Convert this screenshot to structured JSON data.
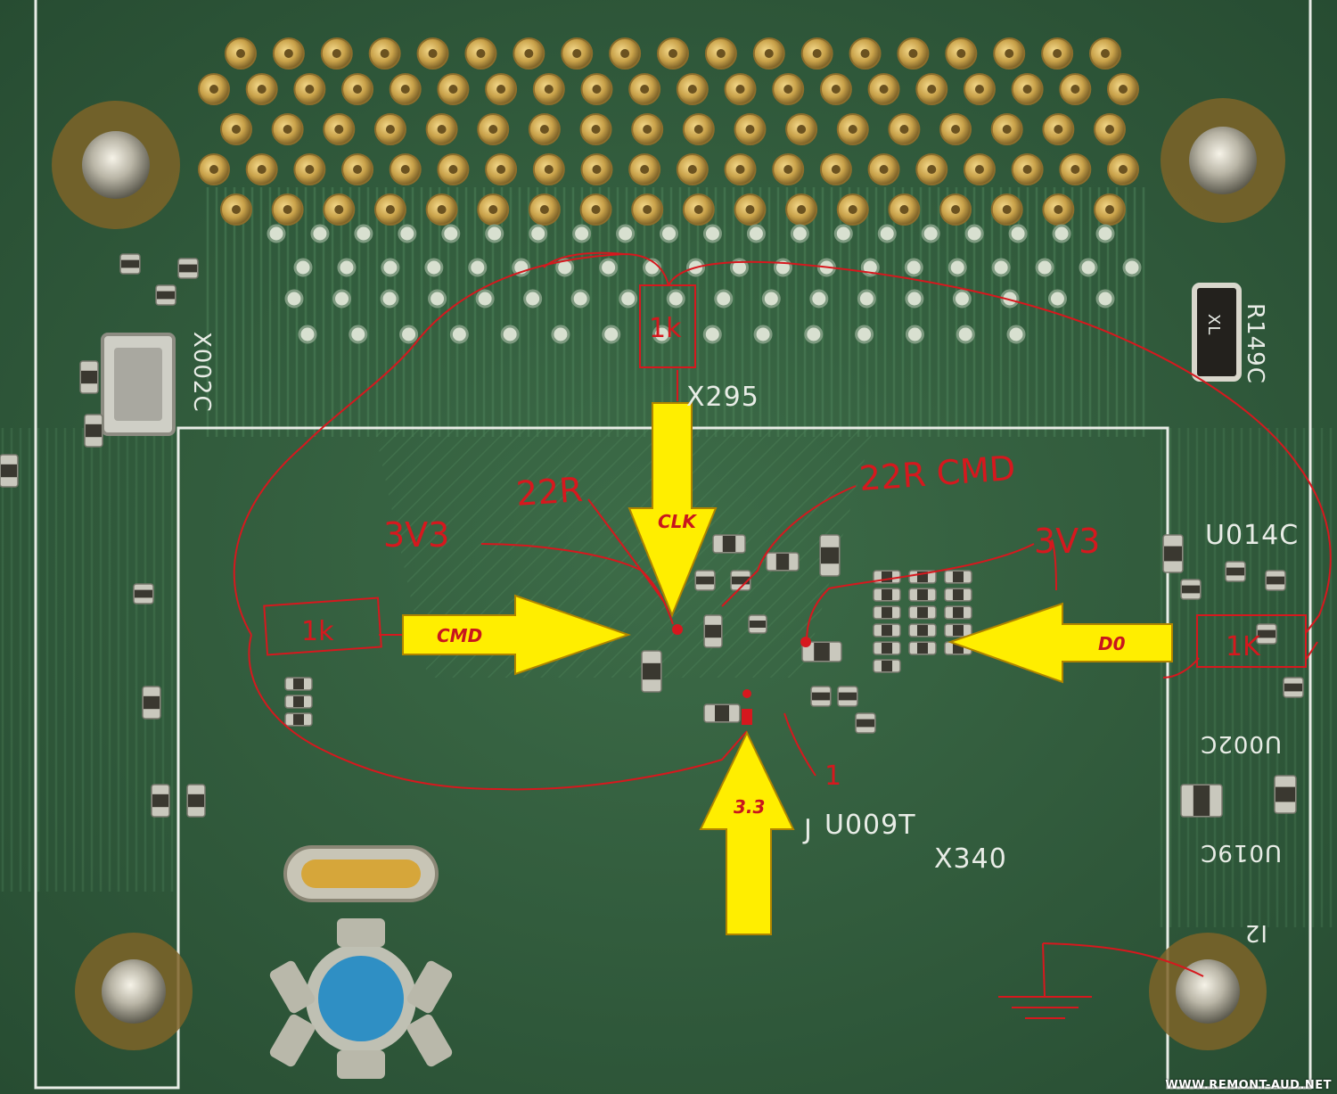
{
  "board": {
    "silkscreen": {
      "x002c": "X002C",
      "x295": "X295",
      "r149c": "R149C",
      "xl": "XL",
      "u014c": "U014C",
      "u002c": "U002C",
      "u019c": "U019C",
      "u009t": "U009T",
      "x340": "X340",
      "i2": "I2",
      "j": "J"
    },
    "arrows": {
      "clk": "CLK",
      "cmd": "CMD",
      "d0": "D0",
      "v33": "3.3"
    },
    "notes": {
      "r22_left": "22R",
      "r22_cmd": "22R CMD",
      "v3_left": "3V3",
      "v3_right": "3V3",
      "res_top": "1k",
      "res_left": "1k",
      "res_right": "1K",
      "pin1": "1"
    },
    "watermark": "WWW.REMONT-AUD.NET",
    "colors": {
      "pcb": "#2f5a3a",
      "arrow": "#ffee00",
      "annotation": "#d6181e",
      "silkscreen": "#e8ece6"
    }
  }
}
